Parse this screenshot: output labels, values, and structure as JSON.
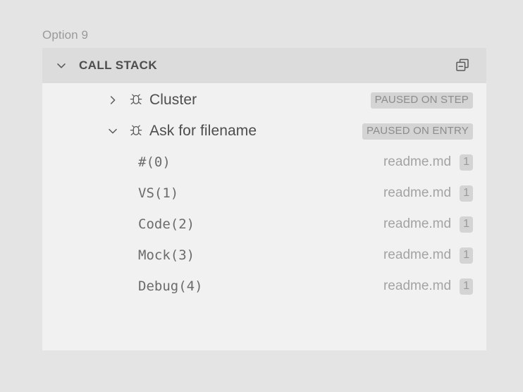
{
  "option_label": "Option 9",
  "panel": {
    "title": "CALL STACK",
    "header_twisty_icon": "chevron-down-icon",
    "collapse_all_icon": "collapse-all-icon",
    "threads": [
      {
        "name": "Cluster",
        "icon": "bug-icon",
        "twisty_icon": "chevron-right-icon",
        "expanded": false,
        "state": "PAUSED ON STEP"
      },
      {
        "name": "Ask for filename",
        "icon": "bug-icon",
        "twisty_icon": "chevron-down-icon",
        "expanded": true,
        "state": "PAUSED ON ENTRY"
      }
    ],
    "frames": [
      {
        "name": "#(0)",
        "source": "readme.md",
        "line": "1"
      },
      {
        "name": "VS(1)",
        "source": "readme.md",
        "line": "1"
      },
      {
        "name": "Code(2)",
        "source": "readme.md",
        "line": "1"
      },
      {
        "name": "Mock(3)",
        "source": "readme.md",
        "line": "1"
      },
      {
        "name": "Debug(4)",
        "source": "readme.md",
        "line": "1"
      }
    ]
  },
  "colors": {
    "page_background": "#e4e4e4",
    "panel_background": "#f1f1f1",
    "header_background": "#dcdcdc",
    "badge_background": "#d4d4d4",
    "title_text": "#4d4d4d",
    "muted_text": "#a3a3a3"
  }
}
